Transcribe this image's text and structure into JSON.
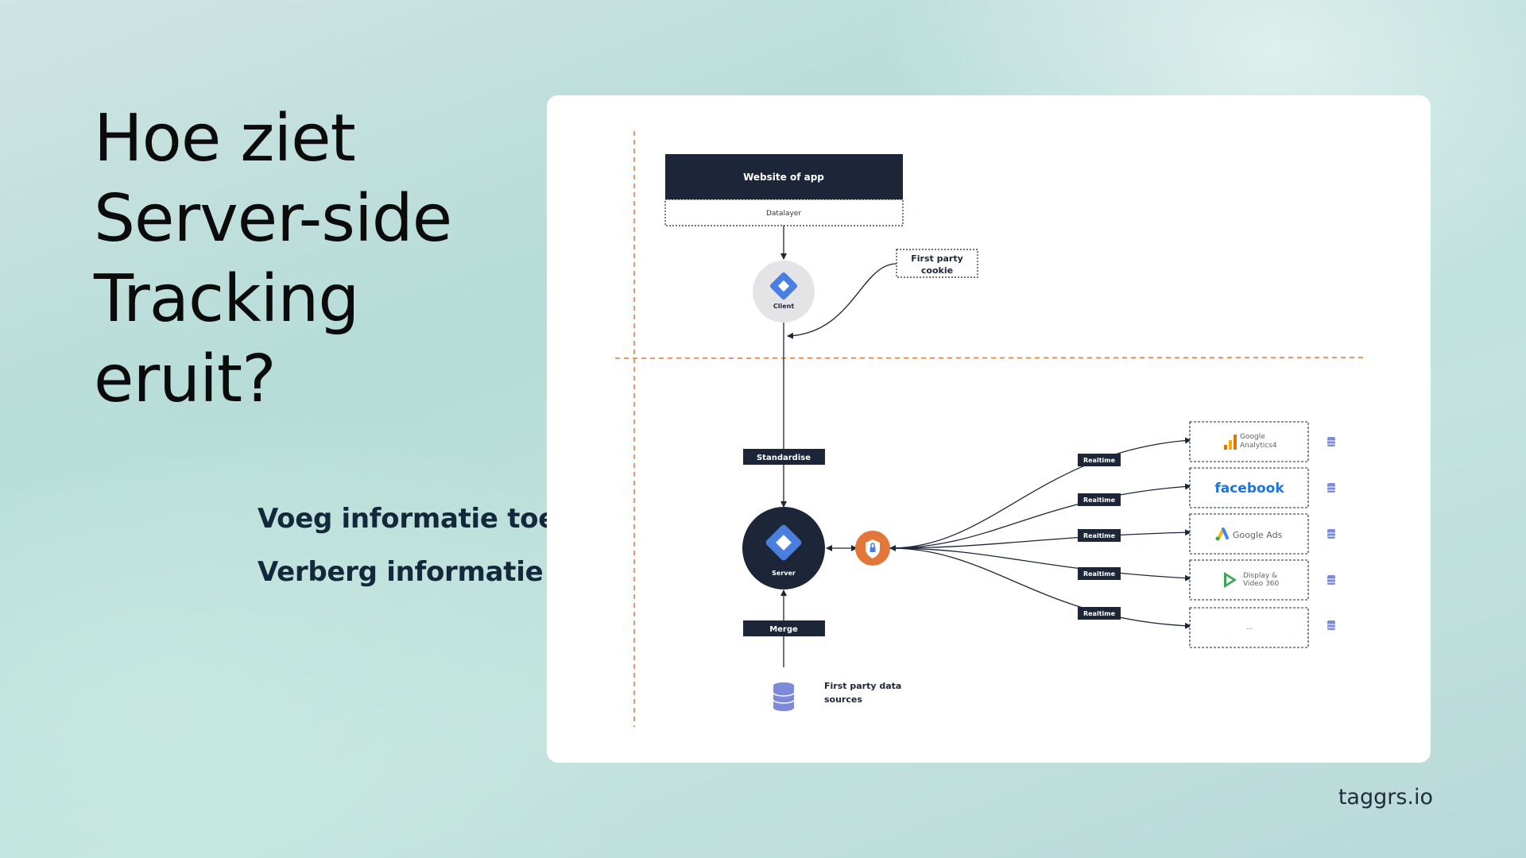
{
  "slide": {
    "title_lines": [
      "Hoe ziet",
      "Server-side",
      "Tracking",
      "eruit?"
    ],
    "annotations": [
      "Voeg informatie toe",
      "Verberg informatie"
    ],
    "footer": "taggrs.io"
  },
  "diagram": {
    "website_label": "Website of app",
    "datalayer_label": "Datalayer",
    "client_label": "Client",
    "cookie_label": [
      "First party",
      "cookie"
    ],
    "standardise_label": "Standardise",
    "server_label": "Server",
    "merge_label": "Merge",
    "data_sources_label": [
      "First party data",
      "sources"
    ],
    "realtime_label": "Realtime",
    "destinations": [
      {
        "name": "google-analytics",
        "lines": [
          "Google",
          "Analytics4"
        ]
      },
      {
        "name": "facebook",
        "lines": [
          "facebook"
        ]
      },
      {
        "name": "google-ads",
        "lines": [
          "Google Ads"
        ]
      },
      {
        "name": "display-video",
        "lines": [
          "Display &",
          "Video 360"
        ]
      },
      {
        "name": "more",
        "lines": [
          "..."
        ]
      }
    ]
  },
  "colors": {
    "navy": "#1c2638",
    "orange": "#e3773a",
    "gtm_blue": "#4a7fe0",
    "db_purple": "#7d89d9",
    "facebook_blue": "#1b74e4"
  },
  "icons": [
    "gtm-diamond-icon",
    "shield-lock-icon",
    "database-icon",
    "analytics-bars-icon",
    "google-ads-icon",
    "play-triangle-icon"
  ]
}
